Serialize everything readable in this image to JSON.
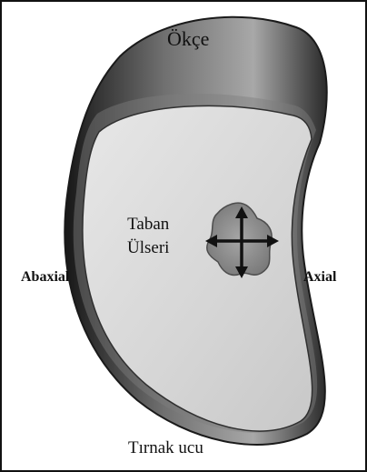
{
  "labels": {
    "heel": "Ökçe",
    "ulcer_line1": "Taban",
    "ulcer_line2": "Ülseri",
    "abaxial": "Abaxial",
    "axial": "Axial",
    "toe": "Tırnak ucu"
  },
  "colors": {
    "frame": "#111111",
    "hoof_wall_dark": "#2f2f2f",
    "hoof_wall_mid": "#7b7b7b",
    "sole": "#d8d8d8",
    "ulcer": "#8d8d8d",
    "arrow": "#111111"
  }
}
